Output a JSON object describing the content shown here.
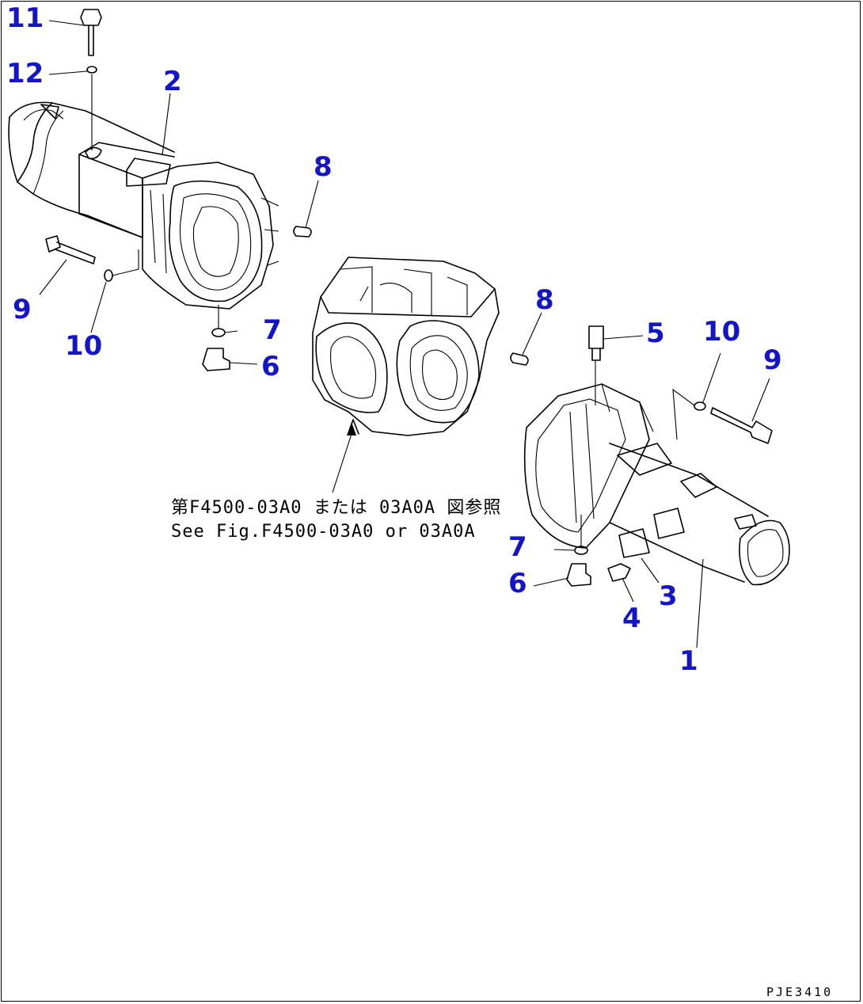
{
  "callouts": {
    "c11": "11",
    "c12": "12",
    "c2": "2",
    "c8a": "8",
    "c9a": "9",
    "c10a": "10",
    "c7a": "7",
    "c6a": "6",
    "c8b": "8",
    "c5": "5",
    "c10b": "10",
    "c9b": "9",
    "c7b": "7",
    "c6b": "6",
    "c4": "4",
    "c3": "3",
    "c1": "1"
  },
  "reference_note": {
    "japanese": "第F4500-03A0 または 03A0A 図参照",
    "english": "See Fig.F4500-03A0 or 03A0A"
  },
  "drawing_code": "PJE3410",
  "colors": {
    "callout": "#1515c8",
    "linework": "#000000",
    "background": "#ffffff"
  }
}
